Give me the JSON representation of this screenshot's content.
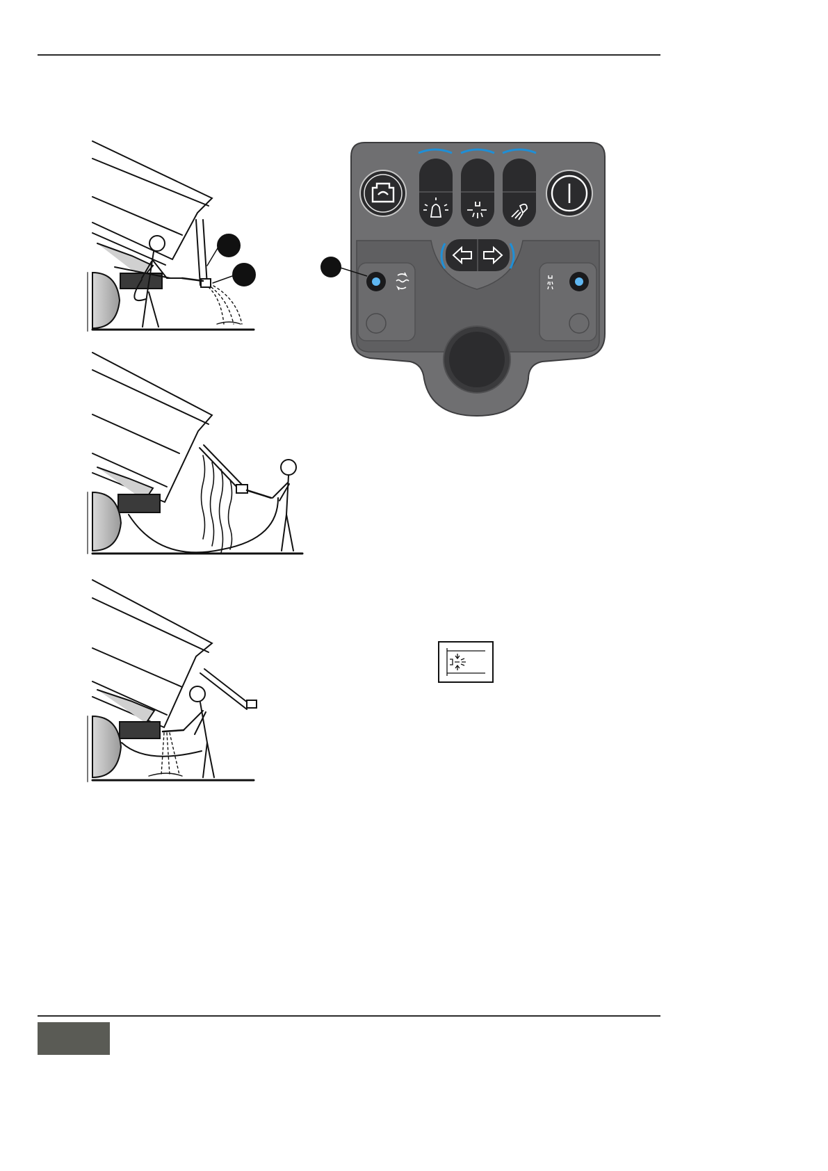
{
  "page": {
    "number": ""
  },
  "colors": {
    "rule": "#2a2a2a",
    "panel": "#6f6f71",
    "panel_dark": "#575759",
    "button": "#2b2b2d",
    "led": "#5fb7f2",
    "accent_blue": "#1f8fd6",
    "page_tab": "#5a5b55"
  },
  "figures": [
    {
      "name": "illustration-hose-at-tailgate-step-1",
      "callouts": [
        "",
        ""
      ]
    },
    {
      "name": "illustration-hose-spraying-into-body-step-2"
    },
    {
      "name": "illustration-hose-rinsing-under-body-step-3"
    }
  ],
  "control_panel": {
    "icons": [
      "engine-rotation-icon",
      "beacon-light-icon",
      "spray-nozzle-icon",
      "work-light-icon",
      "power-icon",
      "arrow-left-icon",
      "arrow-right-icon",
      "water-circulation-icon",
      "spray-mode-icon"
    ],
    "leds": [
      "water-circulation-led",
      "spray-mode-led"
    ],
    "callout": ""
  },
  "symbol_box": {
    "icon": "nozzle-spray-symbol-icon"
  }
}
